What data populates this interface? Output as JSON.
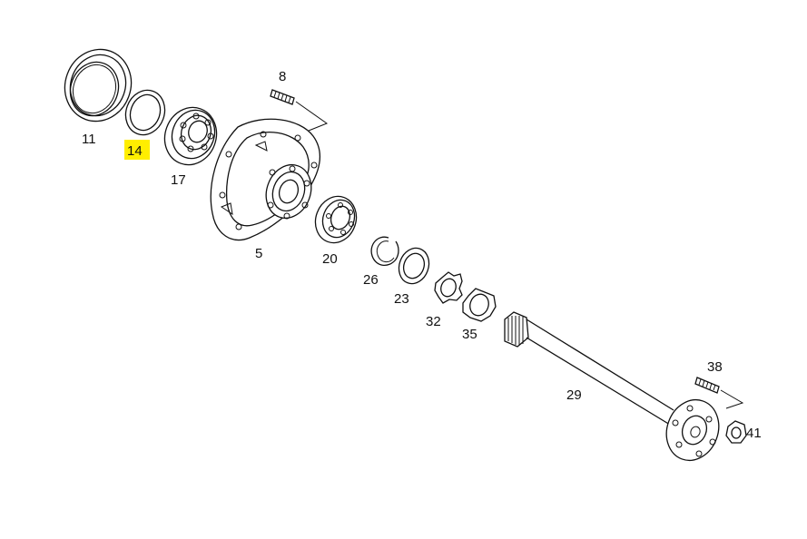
{
  "colors": {
    "background": "#ffffff",
    "line": "#111111",
    "highlight": "#ffee00"
  },
  "highlighted_part": "14",
  "parts": [
    {
      "id": "11",
      "label": "11"
    },
    {
      "id": "14",
      "label": "14"
    },
    {
      "id": "17",
      "label": "17"
    },
    {
      "id": "8",
      "label": "8"
    },
    {
      "id": "5",
      "label": "5"
    },
    {
      "id": "20",
      "label": "20"
    },
    {
      "id": "26",
      "label": "26"
    },
    {
      "id": "23",
      "label": "23"
    },
    {
      "id": "32",
      "label": "32"
    },
    {
      "id": "35",
      "label": "35"
    },
    {
      "id": "29",
      "label": "29"
    },
    {
      "id": "38",
      "label": "38"
    },
    {
      "id": "41",
      "label": "41"
    }
  ]
}
